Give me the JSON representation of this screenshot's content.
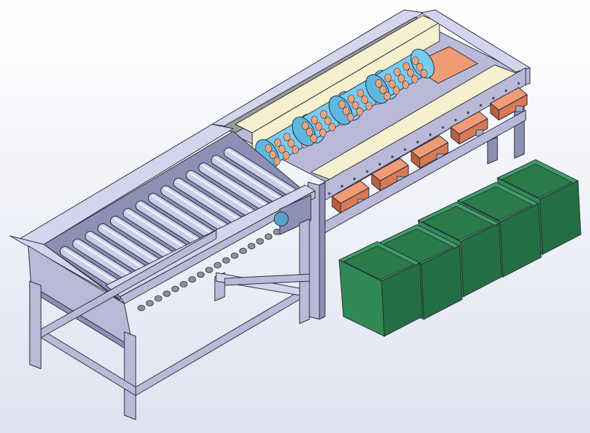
{
  "colors": {
    "background_top": "#ffffff",
    "background_bottom": "#dfe3f1",
    "frame": "#b9bad8",
    "frame_dark": "#8e8fb4",
    "frame_light": "#d4d5ec",
    "edge": "#2a2a3a",
    "cover_panel": "#f6f0cf",
    "roller": "#c7cee8",
    "roller_shade": "#9aa2c8",
    "drum": "#78ccf2",
    "drum_hole": "#f0a27a",
    "chute": "#d77a55",
    "chute_light": "#ee9b76",
    "bin_front": "#2f8a55",
    "bin_side": "#246e43",
    "bin_inner": "#3ea066"
  },
  "machine": {
    "feed_roller_count": 14,
    "sorting_drum_count": 4,
    "discharge_chute_count": 5,
    "collection_bin_count": 5
  }
}
